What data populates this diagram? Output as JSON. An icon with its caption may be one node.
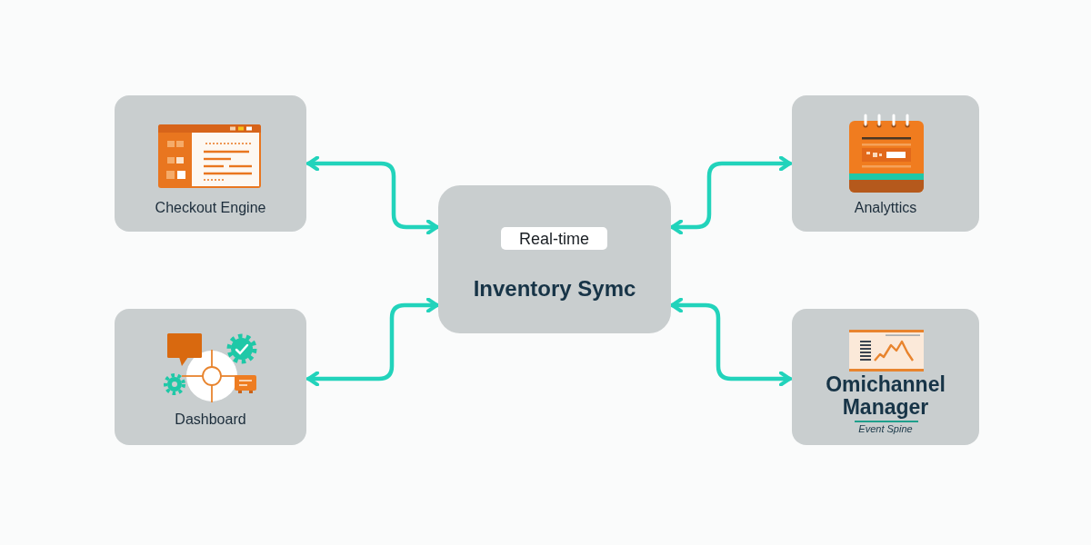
{
  "diagram": {
    "nodes": [
      {
        "text": [
          "Checkout Engine"
        ]
      },
      {
        "text": [
          "Analyttics"
        ]
      },
      {
        "text": [
          "Inventory Symc"
        ]
      },
      {
        "text": [
          "Real-time"
        ],
        "in": 2
      },
      {
        "text": [
          "Dashboard"
        ]
      },
      {
        "text": [
          "Omichannel Manager",
          "Event Spine"
        ]
      }
    ],
    "edges": [
      {
        "from": 0,
        "to": 2,
        "arrow": "both"
      },
      {
        "from": 1,
        "to": 2,
        "arrow": "both"
      },
      {
        "from": 4,
        "to": 2,
        "arrow": "both"
      },
      {
        "from": 5,
        "to": 2,
        "arrow": "both"
      }
    ]
  }
}
